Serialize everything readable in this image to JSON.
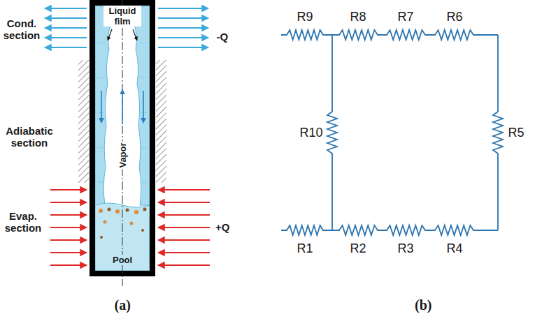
{
  "diagram": {
    "labels": [
      "Cond. section",
      "Liquid film",
      "-Q",
      "Adiabatic section",
      "Vapor",
      "Evap. section",
      "+Q",
      "Pool",
      "(a)",
      "R9",
      "R8",
      "R7",
      "R6",
      "R10",
      "R5",
      "R1",
      "R2",
      "R3",
      "R4",
      "(b)"
    ]
  }
}
